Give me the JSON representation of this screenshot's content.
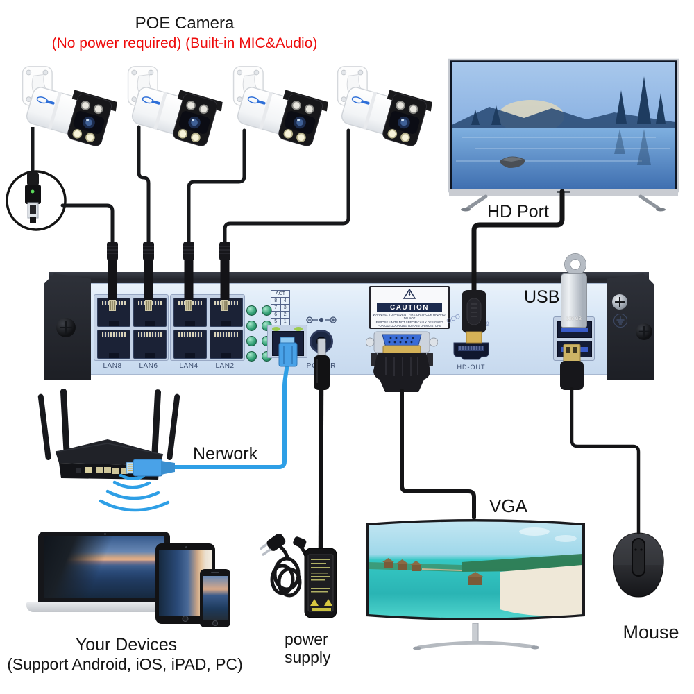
{
  "diagram_title": {
    "main": "POE Camera",
    "subtitle": "(No power required) (Built-in MIC&Audio)"
  },
  "labels": {
    "hd_port": "HD Port",
    "usb": "USB",
    "network": "Nerwork",
    "vga": "VGA",
    "power_supply_line1": "power",
    "power_supply_line2": "supply",
    "mouse": "Mouse",
    "your_devices": "Your Devices",
    "devices_support": "(Support Android, iOS, iPAD, PC)"
  },
  "nvr": {
    "lan_labels": [
      "LAN8",
      "LAN6",
      "LAN4",
      "LAN2"
    ],
    "lan5_hint": "5",
    "act": {
      "header": "ACT",
      "rows": [
        [
          "8",
          "4"
        ],
        [
          "7",
          "3"
        ],
        [
          "6",
          "2"
        ],
        [
          "5",
          "1"
        ]
      ]
    },
    "power_label": "POWER",
    "hd_out_label": "HD-OUT",
    "caution": {
      "title": "CAUTION",
      "lines": [
        "WARNING: TO PREVENT FIRE OR SHOCK HAZARD, DO NOT",
        "EXPOSE UNITS NOT SPECIFICALLY DESIGNED",
        "FOR OUTDOOR USE TO RAIN OR MOISTURE"
      ]
    },
    "usb_drive_capacity": "128 GB",
    "hdmi_cable_marks": [
      "QCO",
      "9"
    ]
  },
  "colors": {
    "subtitle_red": "#ee0b0b",
    "network_cable_blue": "#2e9fe6",
    "nvr_face_blue": "#d7e6f6",
    "led_green": "#2f9e73",
    "cable_black": "#141416"
  }
}
